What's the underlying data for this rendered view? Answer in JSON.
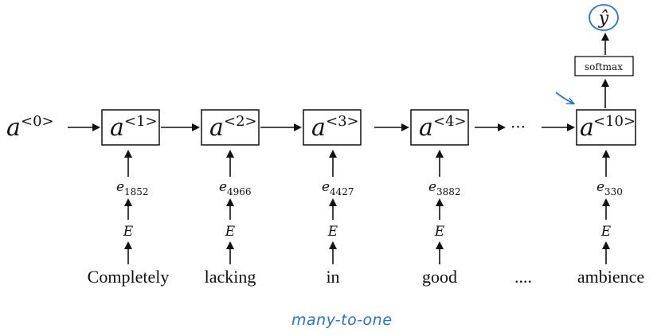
{
  "initial_activation": {
    "base": "a",
    "sup": "<0>"
  },
  "cells": [
    {
      "base": "a",
      "sup": "<1>"
    },
    {
      "base": "a",
      "sup": "<2>"
    },
    {
      "base": "a",
      "sup": "<3>"
    },
    {
      "base": "a",
      "sup": "<4>"
    },
    {
      "base": "a",
      "sup": "<10>"
    }
  ],
  "embeddings": [
    {
      "base": "e",
      "sub": "1852"
    },
    {
      "base": "e",
      "sub": "4966"
    },
    {
      "base": "e",
      "sub": "4427"
    },
    {
      "base": "e",
      "sub": "3882"
    },
    {
      "base": "e",
      "sub": "330"
    }
  ],
  "embedding_matrix_label": "E",
  "words": [
    "Completely",
    "lacking",
    "in",
    "good",
    "ambience"
  ],
  "ellipsis_cells": "···",
  "ellipsis_words": "....",
  "softmax_label": "softmax",
  "output_label": "ŷ",
  "annotation": "many-to-one",
  "colors": {
    "ink": "#111111",
    "annotation_blue": "#2a74c4"
  }
}
